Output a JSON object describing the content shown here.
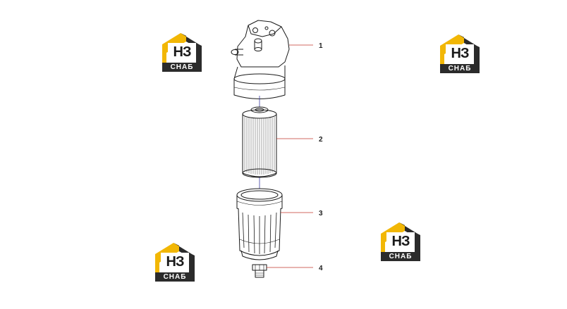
{
  "callouts": [
    {
      "number": "1",
      "part": "filter-head"
    },
    {
      "number": "2",
      "part": "filter-element"
    },
    {
      "number": "3",
      "part": "filter-bowl"
    },
    {
      "number": "4",
      "part": "drain-plug"
    }
  ],
  "watermark": {
    "letters": "НЗ",
    "caption": "СНАБ",
    "colors": {
      "accent": "#f2b705",
      "dark": "#2b2b2b"
    }
  }
}
